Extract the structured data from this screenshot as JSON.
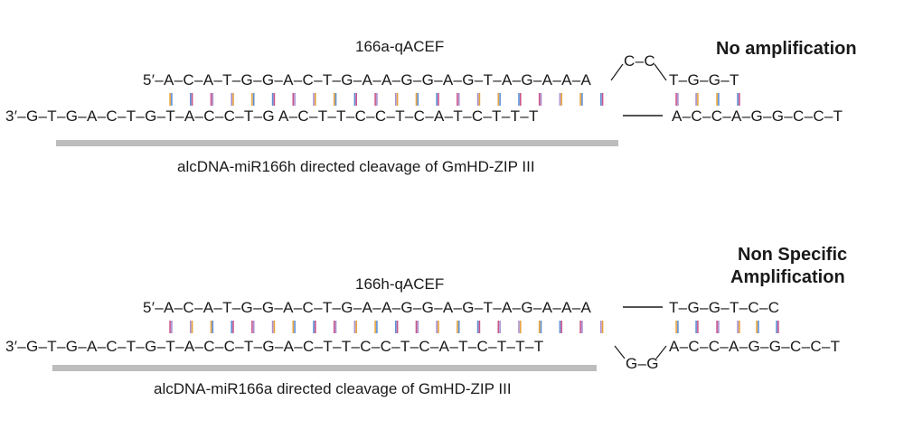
{
  "colors": {
    "text": "#1a1a1a",
    "cleavage_bar": "#bdbdbd",
    "pair_mark_1": "#e6a23c",
    "pair_mark_2": "#5b8fd6",
    "pair_mark_3": "#c9548a",
    "pair_mark_4": "#a88fd0"
  },
  "panels": [
    {
      "probe_label": "166a-qACEF",
      "result_label": "No amplification",
      "top_strand": "5′–A–C–A–T–G–G–A–C–T–G–A–A–G–G–A–G–T–A–G–A–A–A",
      "top_bulge": "C–C",
      "top_tail": "T–G–G–T",
      "bottom_strand": "3′–G–T–G–A–C–T–G–T–A–C–C–T–G  A–C–T–T–C–C–T–C–A–T–C–T–T–T",
      "bottom_tail": "A–C–C–A–G–G–C–C–T",
      "caption": "alcDNA-miR166h directed cleavage of GmHD-ZIP III"
    },
    {
      "probe_label": "166h-qACEF",
      "result_label_lines": [
        "Non Specific",
        "Amplification"
      ],
      "top_strand": "5′–A–C–A–T–G–G–A–C–T–G–A–A–G–G–A–G–T–A–G–A–A–A",
      "top_tail": "T–G–G–T–C–C",
      "bottom_strand": "3′–G–T–G–A–C–T–G–T–A–C–C–T–G–A–C–T–T–C–C–T–C–A–T–C–T–T–T",
      "bottom_bulge": "G–G",
      "bottom_tail": "A–C–C–A–G–G–C–C–T",
      "caption": "alcDNA-miR166a directed cleavage of GmHD-ZIP III"
    }
  ]
}
